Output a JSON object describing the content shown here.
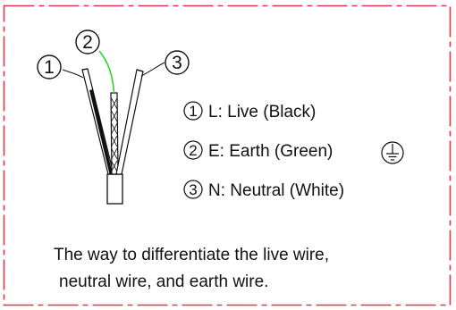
{
  "colors": {
    "frame": "#e0384a",
    "ink": "#111111",
    "earth_wire": "#2fd61f",
    "live_wire": "#111111",
    "neutral_wire": "#ffffff"
  },
  "wires": [
    {
      "marker": "①",
      "label": "L: Live (Black)",
      "color": "black"
    },
    {
      "marker": "②",
      "label": "E: Earth (Green)",
      "color": "green",
      "icon": "ground-symbol-icon"
    },
    {
      "marker": "③",
      "label": "N: Neutral (White)",
      "color": "white"
    }
  ],
  "callouts": [
    "①",
    "②",
    "③"
  ],
  "caption": {
    "line1": "The way to differentiate the live wire,",
    "line2": "neutral wire, and earth wire."
  }
}
